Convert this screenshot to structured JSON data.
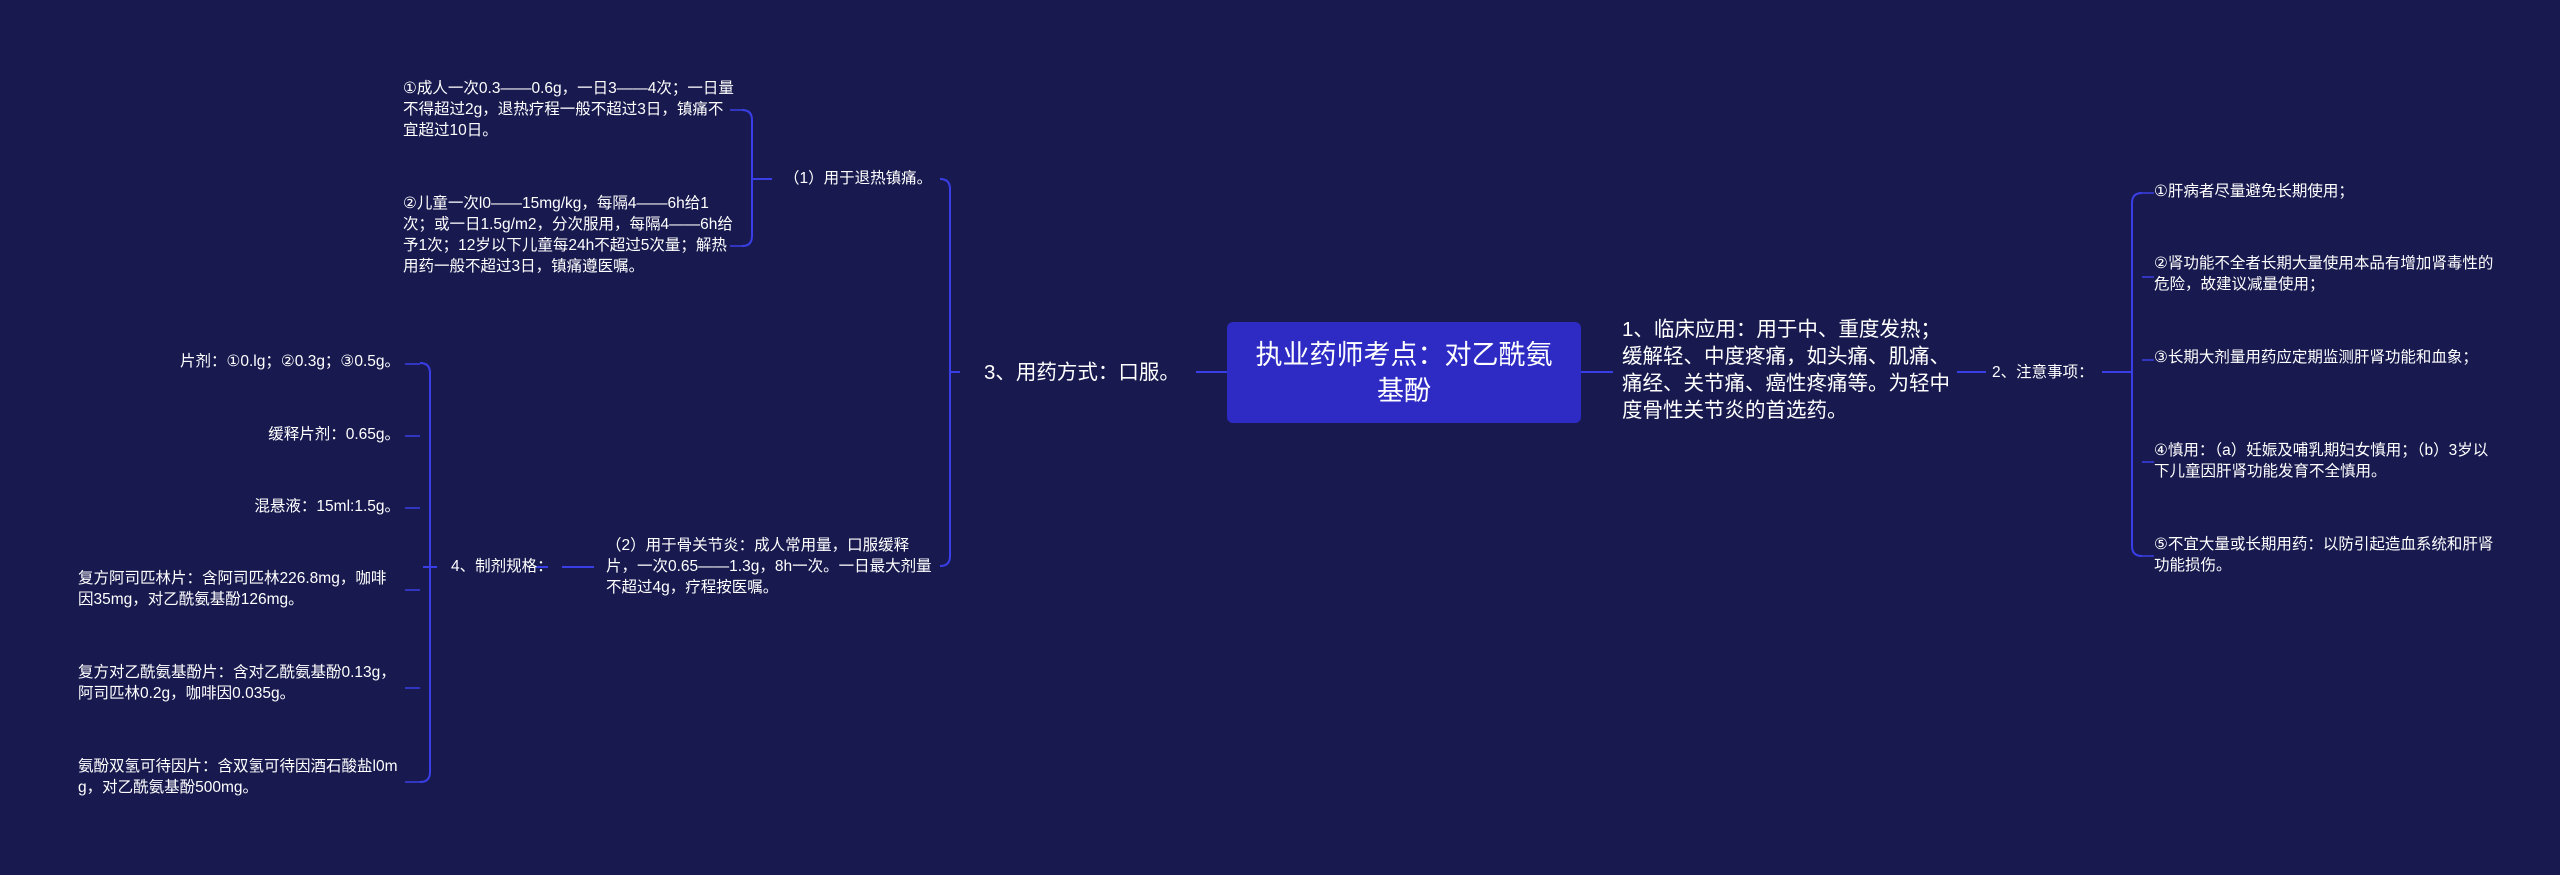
{
  "central": "执业药师考点：对乙酰氨基酚",
  "left": {
    "usage": "3、用药方式：口服。",
    "antipyretic": "（1）用于退热镇痛。",
    "adult_dose": "①成人一次0.3——0.6g，一日3——4次；一日量不得超过2g，退热疗程一般不超过3日，镇痛不宜超过10日。",
    "child_dose": "②儿童一次l0——15mg/kg，每隔4——6h给1次；或一日1.5g/m2，分次服用，每隔4——6h给予1次；12岁以下儿童每24h不超过5次量；解热用药一般不超过3日，镇痛遵医嘱。",
    "arthritis": "（2）用于骨关节炎：成人常用量，口服缓释片，一次0.65——1.3g，8h一次。一日最大剂量不超过4g，疗程按医嘱。",
    "formulations": "4、制剂规格：",
    "tablet": "片剂：①0.lg；②0.3g；③0.5g。",
    "sr_tablet": "缓释片剂：0.65g。",
    "suspension": "混悬液：15ml:1.5g。",
    "compound_aspirin": "复方阿司匹林片：含阿司匹林226.8mg，咖啡因35mg，对乙酰氨基酚126mg。",
    "compound_apap": "复方对乙酰氨基酚片：含对乙酰氨基酚0.13g，阿司匹林0.2g，咖啡因0.035g。",
    "dihydrocodeine": "氨酚双氢可待因片：含双氢可待因酒石酸盐l0mg，对乙酰氨基酚500mg。"
  },
  "right": {
    "clinical": "1、临床应用：用于中、重度发热；缓解轻、中度疼痛，如头痛、肌痛、痛经、关节痛、癌性疼痛等。为轻中度骨性关节炎的首选药。",
    "precautions": "2、注意事项：",
    "p1": "①肝病者尽量避免长期使用；",
    "p2": "②肾功能不全者长期大量使用本品有增加肾毒性的危险，故建议减量使用；",
    "p3": "③长期大剂量用药应定期监测肝肾功能和血象；",
    "p4": "④慎用：（a）妊娠及哺乳期妇女慎用；（b）3岁以下儿童因肝肾功能发育不全慎用。",
    "p5": "⑤不宜大量或长期用药：以防引起造血系统和肝肾功能损伤。"
  },
  "colors": {
    "background": "#181a4f",
    "central": "#2d2bc4",
    "line": "#3a3ee6"
  }
}
